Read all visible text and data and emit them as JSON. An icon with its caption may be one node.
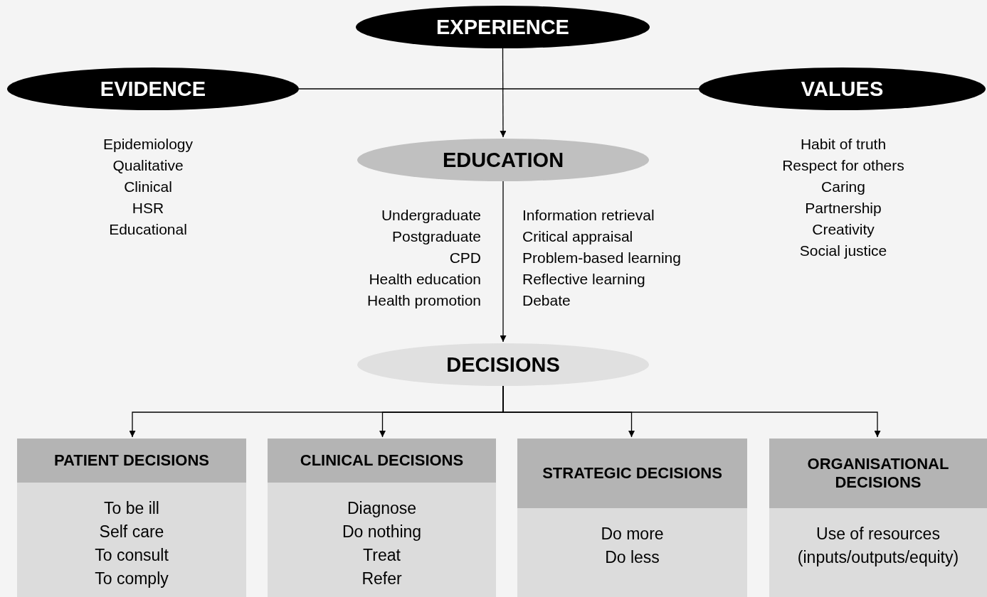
{
  "diagram": {
    "nodes": [
      {
        "text": [
          "EXPERIENCE"
        ]
      },
      {
        "text": [
          "EVIDENCE"
        ],
        "beside": [
          "Epidemiology",
          "Qualitative",
          "Clinical",
          "HSR",
          "Educational"
        ]
      },
      {
        "text": [
          "VALUES"
        ],
        "beside": [
          "Habit of truth",
          "Respect for others",
          "Caring",
          "Partnership",
          "Creativity",
          "Social justice"
        ]
      },
      {
        "text": [
          "EDUCATION"
        ],
        "beside": [
          "Undergraduate",
          "Postgraduate",
          "CPD",
          "Health education",
          "Health promotion",
          "Information retrieval",
          "Critical appraisal",
          "Problem-based learning",
          "Reflective learning",
          "Debate"
        ]
      },
      {
        "text": [
          "DECISIONS"
        ]
      },
      {
        "text": [
          "PATIENT DECISIONS",
          "To be ill",
          "Self care",
          "To consult",
          "To comply"
        ]
      },
      {
        "text": [
          "CLINICAL DECISIONS",
          "Diagnose",
          "Do nothing",
          "Treat",
          "Refer"
        ]
      },
      {
        "text": [
          "STRATEGIC DECISIONS",
          "Do more",
          "Do less"
        ]
      },
      {
        "text": [
          "ORGANISATIONAL DECISIONS",
          "Use of resources (inputs/outputs/equity)"
        ]
      }
    ],
    "edges": [
      {
        "from": 1,
        "to": 2,
        "arrow": "none"
      },
      {
        "from": 0,
        "to": 3,
        "arrow": "to"
      },
      {
        "from": 3,
        "to": 4,
        "arrow": "to"
      },
      {
        "from": 4,
        "to": 5,
        "arrow": "to"
      },
      {
        "from": 4,
        "to": 6,
        "arrow": "to"
      },
      {
        "from": 4,
        "to": 7,
        "arrow": "to"
      },
      {
        "from": 4,
        "to": 8,
        "arrow": "to"
      }
    ]
  }
}
